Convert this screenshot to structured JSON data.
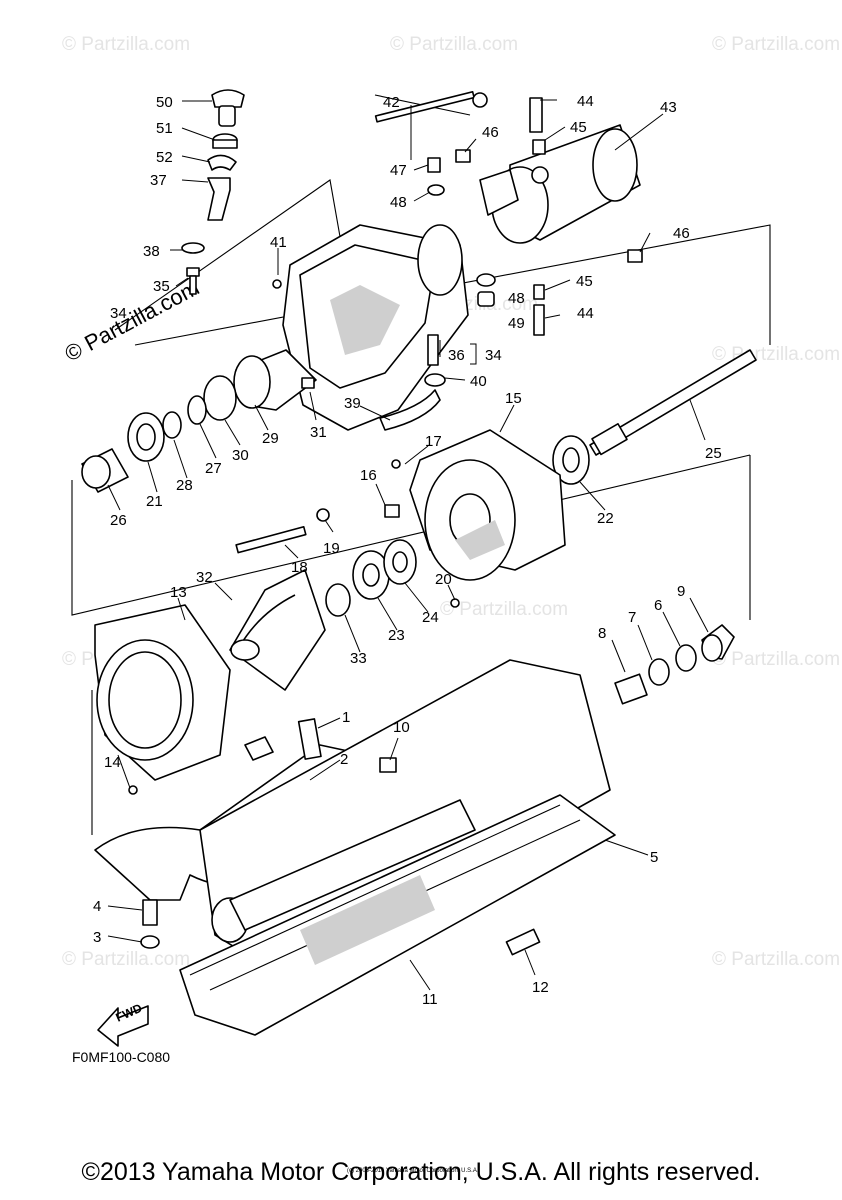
{
  "watermark": {
    "text": "© Partzilla.com",
    "diagonal_text": "© Partzilla.com"
  },
  "drawing_code": "F0MF100-C080",
  "fwd_label": "FWD",
  "small_print": "(c) 2005-2016 Yamaha Motor Corporation, U.S.A.",
  "copyright": "©2013 Yamaha Motor Corporation, U.S.A. All rights reserved.",
  "callouts": {
    "c1": "1",
    "c2": "2",
    "c3": "3",
    "c4": "4",
    "c5": "5",
    "c6": "6",
    "c7": "7",
    "c8": "8",
    "c9": "9",
    "c10": "10",
    "c11": "11",
    "c12": "12",
    "c13": "13",
    "c14": "14",
    "c15": "15",
    "c16": "16",
    "c17": "17",
    "c18": "18",
    "c19": "19",
    "c20": "20",
    "c21": "21",
    "c22": "22",
    "c23": "23",
    "c24": "24",
    "c25": "25",
    "c26": "26",
    "c27": "27",
    "c28": "28",
    "c29": "29",
    "c30": "30",
    "c31": "31",
    "c32": "32",
    "c33": "33",
    "c34a": "34",
    "c34b": "34",
    "c35": "35",
    "c36": "36",
    "c37": "37",
    "c38": "38",
    "c39": "39",
    "c40": "40",
    "c41": "41",
    "c42": "42",
    "c43": "43",
    "c44a": "44",
    "c44b": "44",
    "c45a": "45",
    "c45b": "45",
    "c46a": "46",
    "c46b": "46",
    "c47": "47",
    "c48a": "48",
    "c48b": "48",
    "c49": "49",
    "c50": "50",
    "c51": "51",
    "c52": "52"
  }
}
